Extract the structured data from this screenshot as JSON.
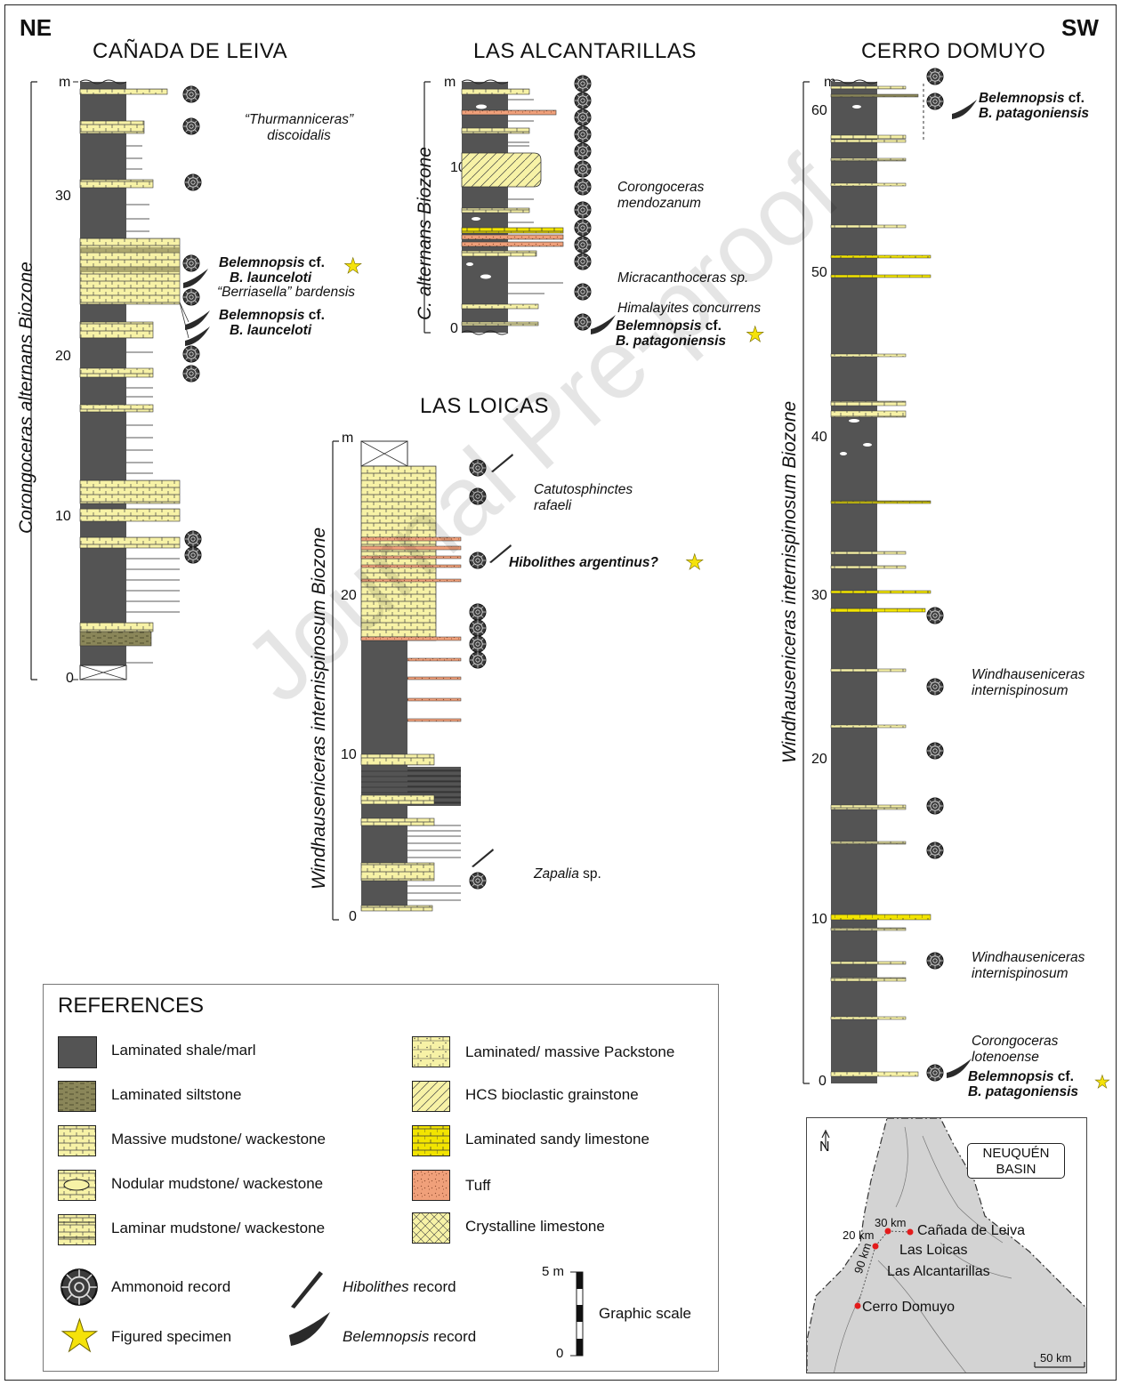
{
  "corners": {
    "left": "NE",
    "right": "SW"
  },
  "sections": {
    "canada": {
      "title": "CAÑADA DE LEIVA",
      "biozone": "Corongoceras alternans Biozone",
      "ticks": [
        "m",
        "30",
        "20",
        "10",
        "0"
      ],
      "notes": {
        "thurmanniceras_1": "“Thurmanniceras”",
        "thurmanniceras_2": "discoidalis",
        "bel1_genus": "Belemnopsis",
        "bel1_cf": " cf.",
        "bel1_species": "B. launceloti",
        "berriasella": "“Berriasella” bardensis",
        "bel2_genus": "Belemnopsis",
        "bel2_cf": " cf.",
        "bel2_species": "B. launceloti"
      }
    },
    "alcantarillas": {
      "title": "LAS ALCANTARILLAS",
      "biozone": "C. alternans Biozone",
      "ticks": [
        "m",
        "10",
        "0"
      ],
      "notes": {
        "corongoceras_1": "Corongoceras",
        "corongoceras_2": "mendozanum",
        "micracanthoceras": "Micracanthoceras sp.",
        "himalayites": "Himalayites concurrens",
        "bel_genus": "Belemnopsis",
        "bel_cf": " cf.",
        "bel_species": "B. patagoniensis"
      }
    },
    "loicas": {
      "title": "LAS LOICAS",
      "biozone": "Windhauseniceras internispinosum Biozone",
      "ticks": [
        "m",
        "20",
        "10",
        "0"
      ],
      "notes": {
        "catuto_1": "Catutosphinctes",
        "catuto_2": "rafaeli",
        "hibolithes": "Hibolithes argentinus?",
        "zapalia": "Zapalia",
        "zapalia_sp": " sp."
      }
    },
    "domuyo": {
      "title": "CERRO DOMUYO",
      "biozone": "Windhauseniceras internispinosum Biozone",
      "ticks": [
        "m",
        "60",
        "50",
        "40",
        "30",
        "20",
        "10",
        "0"
      ],
      "notes": {
        "bel_top_genus": "Belemnopsis",
        "bel_top_cf": " cf.",
        "bel_top_species": "B. patagoniensis",
        "wind1_1": "Windhauseniceras",
        "wind1_2": "internispinosum",
        "wind2_1": "Windhauseniceras",
        "wind2_2": "internispinosum",
        "corong_1": "Corongoceras",
        "corong_2": "lotenoense",
        "bel_bot_genus": "Belemnopsis",
        "bel_bot_cf": " cf.",
        "bel_bot_species": "B. patagoniensis"
      }
    }
  },
  "references": {
    "title": "REFERENCES",
    "left": [
      "Laminated shale/marl",
      "Laminated siltstone",
      "Massive mudstone/ wackestone",
      "Nodular mudstone/ wackestone",
      "Laminar mudstone/ wackestone"
    ],
    "right": [
      "Laminated/ massive Packstone",
      "HCS bioclastic grainstone",
      "Laminated sandy limestone",
      "Tuff",
      "Crystalline limestone"
    ],
    "ammonoid": "Ammonoid record",
    "figured": "Figured specimen",
    "hibolithes_it": "Hibolithes",
    "hibolithes_rest": " record",
    "belemnopsis_it": "Belemnopsis",
    "belemnopsis_rest": " record",
    "scale_label": "Graphic scale",
    "scale_top": "5 m",
    "scale_bottom": "0"
  },
  "map": {
    "north": "N",
    "basin_1": "NEUQUÉN",
    "basin_2": "BASIN",
    "d30": "30 km",
    "d20": "20 km",
    "d90": "90 km",
    "loc_canada": "Cañada de Leiva",
    "loc_loicas": "Las Loicas",
    "loc_alcantarillas": "Las Alcantarillas",
    "loc_domuyo": "Cerro Domuyo",
    "scale": "50 km"
  },
  "watermark": "Journal Pre-proof",
  "colors": {
    "shale": "#545454",
    "limestone": "#f7f2a6",
    "siltstone": "#8a8659",
    "sandy_limestone": "#f2e400",
    "tuff": "#f0a07a",
    "map_land": "#d3d3d3",
    "locality": "#e31b1b",
    "star": "#f5e20a"
  }
}
